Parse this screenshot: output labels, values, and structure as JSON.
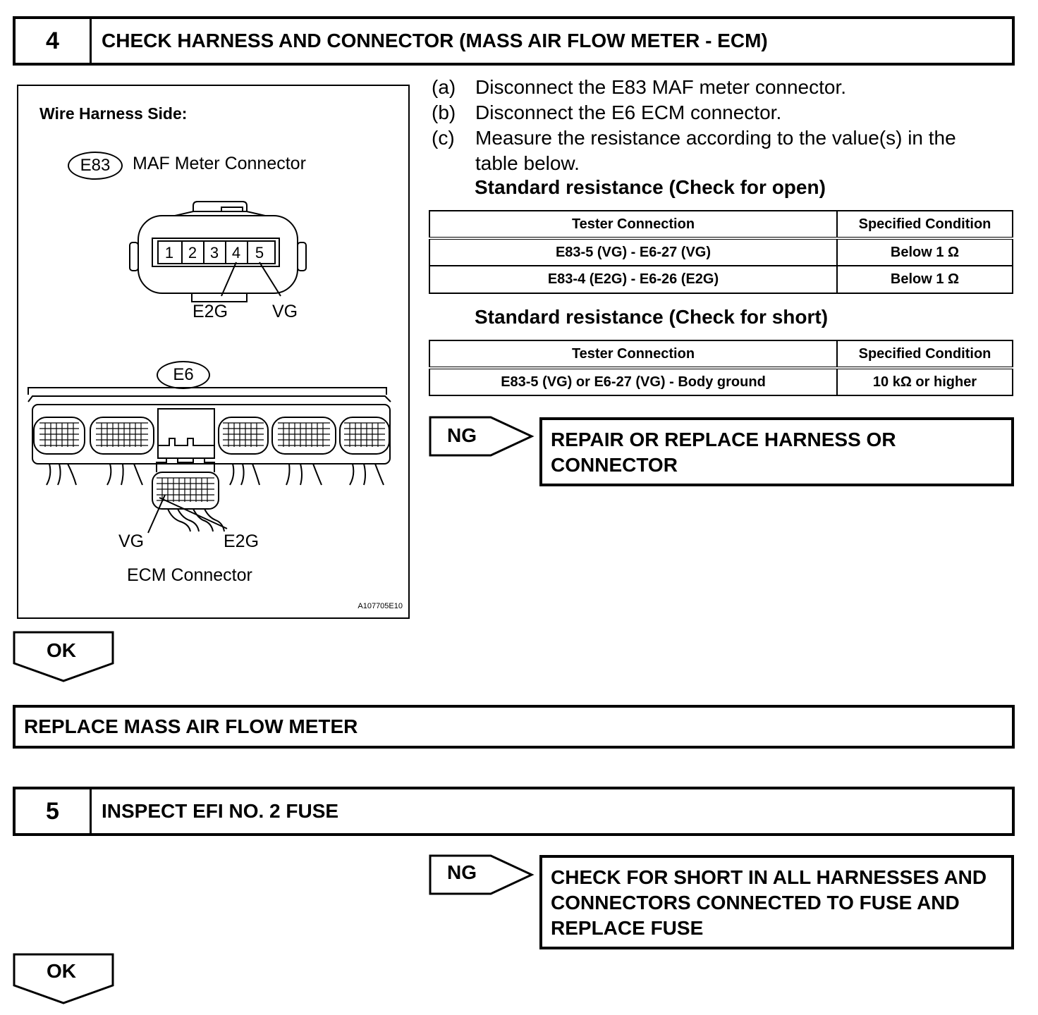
{
  "step4": {
    "number": "4",
    "title": "CHECK HARNESS AND CONNECTOR (MASS AIR FLOW METER - ECM)"
  },
  "figure": {
    "heading": "Wire Harness Side:",
    "maf_tag": "E83",
    "maf_caption": "MAF Meter Connector",
    "maf_pins": [
      "1",
      "2",
      "3",
      "4",
      "5"
    ],
    "maf_label_e2g": "E2G",
    "maf_label_vg": "VG",
    "ecm_tag": "E6",
    "ecm_label_vg": "VG",
    "ecm_label_e2g": "E2G",
    "ecm_caption": "ECM Connector",
    "figure_id": "A107705E10"
  },
  "instructions": [
    {
      "label": "(a)",
      "text": "Disconnect the E83 MAF meter connector."
    },
    {
      "label": "(b)",
      "text": "Disconnect the E6 ECM connector."
    },
    {
      "label": "(c)",
      "text": "Measure the resistance according to the value(s) in the table below."
    }
  ],
  "open_check": {
    "title": "Standard resistance (Check for open)",
    "headers": [
      "Tester Connection",
      "Specified Condition"
    ],
    "rows": [
      [
        "E83-5 (VG) - E6-27 (VG)",
        "Below 1 Ω"
      ],
      [
        "E83-4 (E2G) - E6-26 (E2G)",
        "Below 1 Ω"
      ]
    ]
  },
  "short_check": {
    "title": "Standard resistance (Check for short)",
    "headers": [
      "Tester Connection",
      "Specified Condition"
    ],
    "rows": [
      [
        "E83-5 (VG) or E6-27 (VG) - Body ground",
        "10 kΩ or higher"
      ]
    ]
  },
  "ng1": {
    "label": "NG",
    "result": "REPAIR OR REPLACE HARNESS OR CONNECTOR"
  },
  "ok1": {
    "label": "OK"
  },
  "action": {
    "text": "REPLACE MASS AIR FLOW METER"
  },
  "step5": {
    "number": "5",
    "title": "INSPECT EFI NO. 2 FUSE"
  },
  "ng2": {
    "label": "NG",
    "result": "CHECK FOR SHORT IN ALL HARNESSES AND CONNECTORS CONNECTED TO FUSE AND REPLACE FUSE"
  },
  "ok2": {
    "label": "OK"
  }
}
